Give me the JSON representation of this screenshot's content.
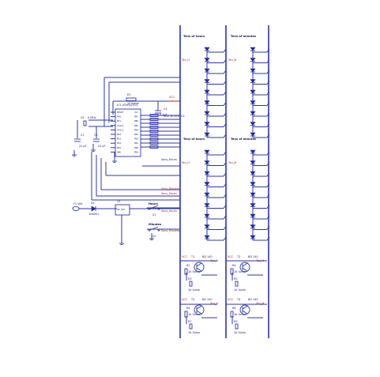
{
  "panels": {
    "left": {
      "top_title": "Tens of hours",
      "bottom_title": "Tens of hours",
      "top_bus": "Ten_H",
      "bottom_bus": "Ten_H"
    },
    "right": {
      "top_title": "Tens of minutes",
      "bottom_title": "Tens of minutes",
      "top_bus": "Ten_M",
      "bottom_bus": "Ten_M"
    }
  },
  "mcu": {
    "ref": "IC1",
    "part": "ATtiny2313",
    "left_pins": [
      "RESET",
      "PD0",
      "PD1",
      "XTAL2",
      "XTAL1",
      "PD2",
      "PD3",
      "PD4",
      "PD5",
      "GND"
    ],
    "right_pins": [
      "VCC",
      "PB7",
      "PB6",
      "PB5",
      "PB4",
      "PB3",
      "PB2",
      "PB1",
      "PB0",
      "PD6"
    ],
    "net_label": "Sens_Hours"
  },
  "crystal": {
    "ref": "Q1",
    "value": "4 MHz"
  },
  "caps": [
    {
      "ref": "C1",
      "value": "22 pF"
    },
    {
      "ref": "C2",
      "value": "22 pF"
    },
    {
      "ref": "C3",
      "value": "0.1uF"
    }
  ],
  "resistor_r1": {
    "ref": "R1",
    "value": "10 Kohm"
  },
  "vcc_label": "VCC",
  "resistor_array": "RN1 1K 47K 1%",
  "net_labels": [
    "Sens_Minutes",
    "Sens_Hours",
    "Sens_Hours",
    "Sens_Minutes"
  ],
  "power": {
    "connector": "+5 Volt",
    "diode": "D1",
    "diode_part": "1N4001",
    "regulator": "U1",
    "regulator_pins": "IN OUT"
  },
  "buttons": [
    {
      "label": "Hours",
      "ref": "S1"
    },
    {
      "label": "Minutes",
      "ref": "S2"
    }
  ],
  "transistors": [
    {
      "ref": "T1",
      "part": "BD 140",
      "rbase": "R2",
      "rvalue": "1K 5ohm",
      "rled": "R3",
      "rled_value": "1K 5ohm",
      "label": "Ten_H"
    },
    {
      "ref": "T2",
      "part": "BD 140",
      "rbase": "R4",
      "rvalue": "1K 5ohm",
      "rled": "R5",
      "rled_value": "1K 5ohm",
      "label": "Ten_M"
    },
    {
      "ref": "T3",
      "part": "BD 140",
      "rbase": "R6",
      "rvalue": "1K 5ohm",
      "rled": "R7",
      "rled_value": "1K 5ohm",
      "label": "Ten_H"
    },
    {
      "ref": "T4",
      "part": "BD 140",
      "rbase": "R8",
      "rvalue": "1K 5ohm",
      "rled": "R9",
      "rled_value": "1K 5ohm",
      "label": "Ten_M"
    }
  ],
  "vcc_tags": [
    "VCC",
    "VCC",
    "VCC",
    "VCC"
  ],
  "led_count_per_column": 9
}
